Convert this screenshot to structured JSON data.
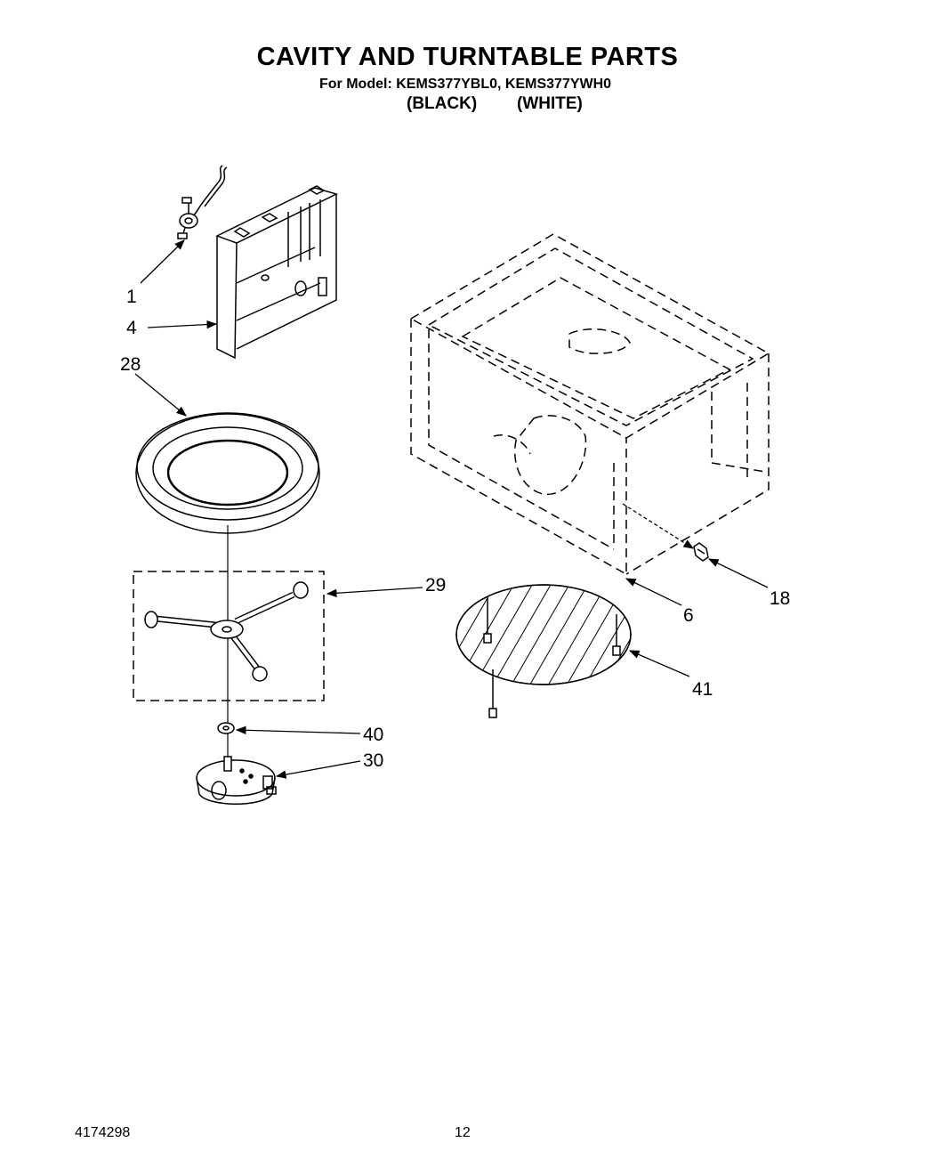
{
  "header": {
    "title": "CAVITY AND TURNTABLE PARTS",
    "models": "For Model: KEMS377YBL0, KEMS377YWH0",
    "color_black": "(BLACK)",
    "color_white": "(WHITE)"
  },
  "callouts": {
    "p1": "1",
    "p4": "4",
    "p28": "28",
    "p29": "29",
    "p40": "40",
    "p30": "30",
    "p6": "6",
    "p18": "18",
    "p41": "41"
  },
  "footer": {
    "doc_number": "4174298",
    "page_number": "12"
  }
}
